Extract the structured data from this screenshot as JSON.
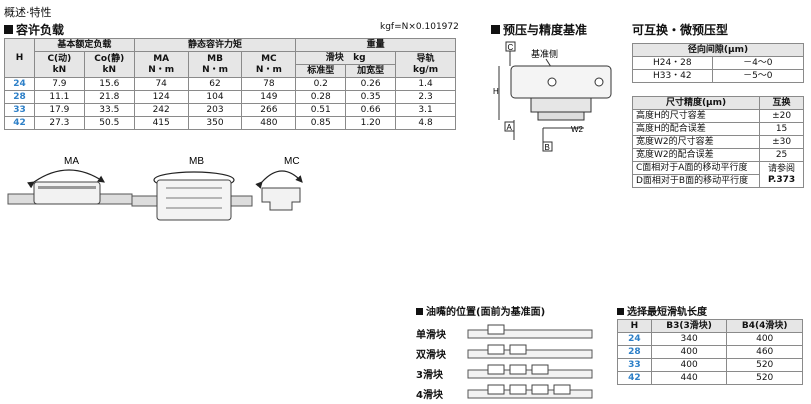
{
  "page": {
    "title": "概述·特性",
    "unit_note": "kgf=N×0.101972"
  },
  "load": {
    "title": "容许负载",
    "head": {
      "h": "H",
      "basic": "基本额定负载",
      "static": "静态容许力矩",
      "weight": "重量",
      "c": "C(动)",
      "c_unit": "kN",
      "co": "Co(静)",
      "co_unit": "kN",
      "ma": "MA",
      "mb": "MB",
      "mc": "MC",
      "m_unit": "N・m",
      "slider": "滑块",
      "kg": "kg",
      "std": "标准型",
      "wide": "加宽型",
      "rail": "导轨",
      "rail_unit": "kg/m"
    },
    "rows": [
      [
        "24",
        "7.9",
        "15.6",
        "74",
        "62",
        "78",
        "0.2",
        "0.26",
        "1.4"
      ],
      [
        "28",
        "11.1",
        "21.8",
        "124",
        "104",
        "149",
        "0.28",
        "0.35",
        "2.3"
      ],
      [
        "33",
        "17.9",
        "33.5",
        "242",
        "203",
        "266",
        "0.51",
        "0.66",
        "3.1"
      ],
      [
        "42",
        "27.3",
        "50.5",
        "415",
        "350",
        "480",
        "0.85",
        "1.20",
        "4.8"
      ]
    ]
  },
  "moments": {
    "ma": "MA",
    "mb": "MB",
    "mc": "MC"
  },
  "preload": {
    "title": "预压与精度基准",
    "ref_label": "基准侧",
    "labels": {
      "c": "C",
      "h": "H",
      "a": "A",
      "b": "B",
      "w2": "W2"
    }
  },
  "interchange": {
    "title": "可互换・微预压型",
    "clearance_head": "径向间隙(μm)",
    "clearance_rows": [
      [
        "H24・28",
        "－4～0"
      ],
      [
        "H33・42",
        "－5～0"
      ]
    ],
    "precision_head": "尺寸精度(μm)",
    "precision_col": "互换",
    "precision_rows": [
      [
        "高度H的尺寸容差",
        "±20"
      ],
      [
        "高度H的配合误差",
        "15"
      ],
      [
        "宽度W2的尺寸容差",
        "±30"
      ],
      [
        "宽度W2的配合误差",
        "25"
      ]
    ],
    "parallel_rows": [
      "C面相对于A面的移动平行度",
      "D面相对于B面的移动平行度"
    ],
    "parallel_ref": "请参阅",
    "parallel_page": "P.373"
  },
  "nipple": {
    "title": "油嘴的位置(面前为基准面)",
    "rows": [
      "单滑块",
      "双滑块",
      "3滑块",
      "4滑块"
    ]
  },
  "min_length": {
    "title": "选择最短滑轨长度",
    "head": [
      "H",
      "B3(3滑块)",
      "B4(4滑块)"
    ],
    "rows": [
      [
        "24",
        "340",
        "400"
      ],
      [
        "28",
        "400",
        "460"
      ],
      [
        "33",
        "400",
        "520"
      ],
      [
        "42",
        "440",
        "520"
      ]
    ]
  }
}
